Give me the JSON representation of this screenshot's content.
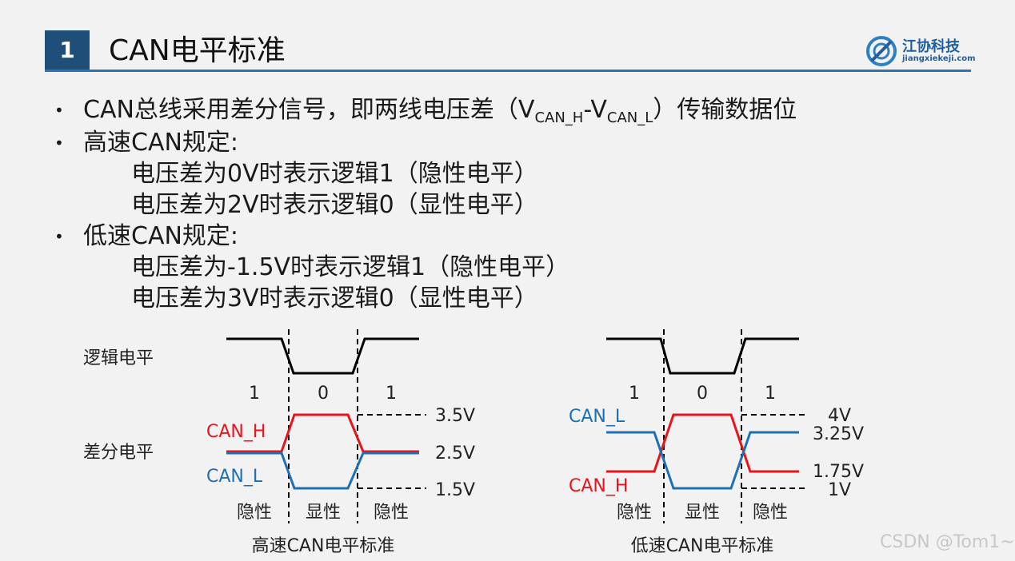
{
  "header": {
    "number": "1",
    "title": "CAN电平标准"
  },
  "logo": {
    "name_cn": "江协科技",
    "name_en": "jiangxiekeji.com"
  },
  "bullets": {
    "b1_prefix": "CAN总线采用差分信号，即两线电压差（V",
    "b1_sub1": "CAN_H",
    "b1_mid": "-V",
    "b1_sub2": "CAN_L",
    "b1_suffix": "）传输数据位",
    "b2": "高速CAN规定:",
    "b2_l1": "电压差为0V时表示逻辑1（隐性电平）",
    "b2_l2": "电压差为2V时表示逻辑0（显性电平）",
    "b3": "低速CAN规定:",
    "b3_l1": "电压差为-1.5V时表示逻辑1（隐性电平）",
    "b3_l2": "电压差为3V时表示逻辑0（显性电平）"
  },
  "diagram": {
    "row_logic": "逻辑电平",
    "row_diff": "差分电平",
    "bits": [
      "1",
      "0",
      "1"
    ],
    "states": [
      "隐性",
      "显性",
      "隐性"
    ],
    "colors": {
      "can_h": "#e8141b",
      "can_l": "#1f6fb5",
      "logic": "#000000"
    },
    "high_speed": {
      "caption": "高速CAN电平标准",
      "can_h_label": "CAN_H",
      "can_l_label": "CAN_L",
      "v_labels": [
        "3.5V",
        "2.5V",
        "1.5V"
      ]
    },
    "low_speed": {
      "caption": "低速CAN电平标准",
      "can_h_label": "CAN_H",
      "can_l_label": "CAN_L",
      "v_labels": [
        "4V",
        "3.25V",
        "1.75V",
        "1V"
      ]
    }
  },
  "watermark": "CSDN @Tom1~"
}
